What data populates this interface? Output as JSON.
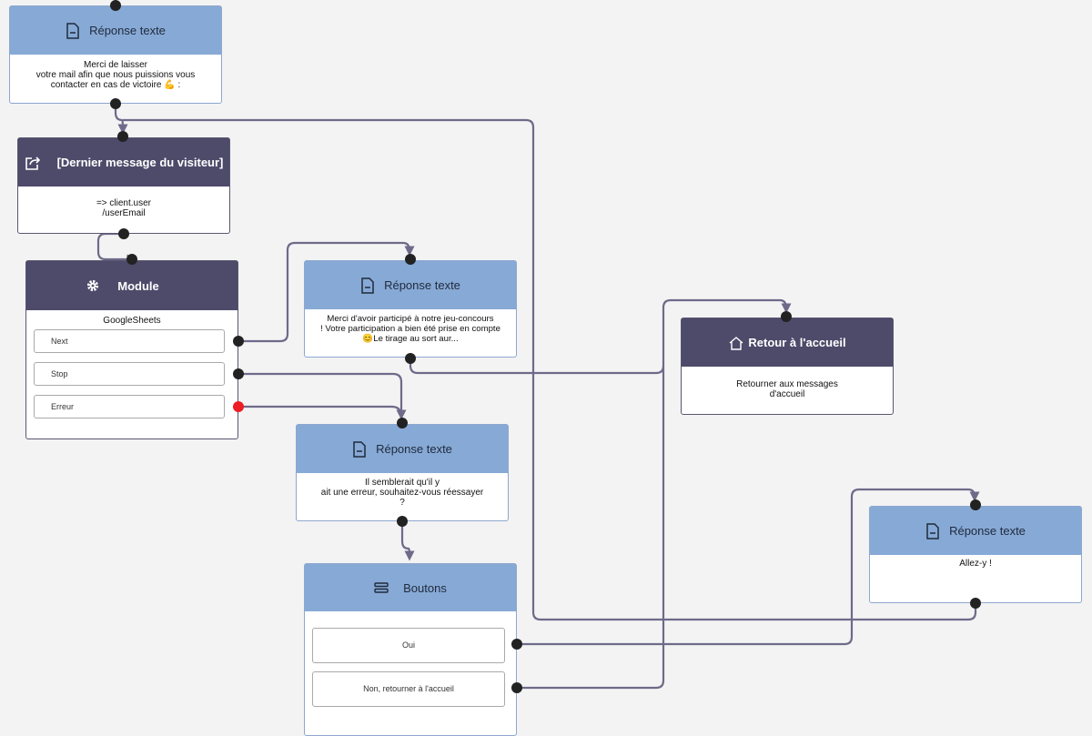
{
  "colors": {
    "light_header": "#87a9d5",
    "dark_header": "#4e4a6a",
    "connector": "#6e6a8a",
    "port": "#222222",
    "error_port": "#ee1c24",
    "canvas": "#f3f3f3"
  },
  "nodes": {
    "reponse1": {
      "title": "Réponse texte",
      "icon": "document-icon",
      "body": "Merci de laisser\nvotre mail afin que nous puissions vous\ncontacter en cas de victoire 💪 :"
    },
    "dernier": {
      "title": "[Dernier message du visiteur]",
      "icon": "share-icon",
      "body": "=> client.user\n/userEmail"
    },
    "module": {
      "title": "Module",
      "icon": "gear-icon",
      "subtitle": "GoogleSheets",
      "outputs": [
        "Next",
        "Stop",
        "Erreur"
      ]
    },
    "reponse2": {
      "title": "Réponse texte",
      "icon": "document-icon",
      "body": "Merci d'avoir participé à notre jeu-concours\n! Votre participation a bien été prise en compte\n😊Le tirage au sort aur..."
    },
    "reponse3": {
      "title": "Réponse texte",
      "icon": "document-icon",
      "body": "Il semblerait qu'il y\nait une erreur, souhaitez-vous réessayer\n?"
    },
    "boutons": {
      "title": "Boutons",
      "icon": "list-icon",
      "buttons": [
        "Oui",
        "Non, retourner à l'accueil"
      ]
    },
    "retour": {
      "title": "Retour à l'accueil",
      "icon": "home-icon",
      "body": "Retourner aux messages\nd'accueil"
    },
    "reponse4": {
      "title": "Réponse texte",
      "icon": "document-icon",
      "body": "Allez-y !"
    }
  }
}
